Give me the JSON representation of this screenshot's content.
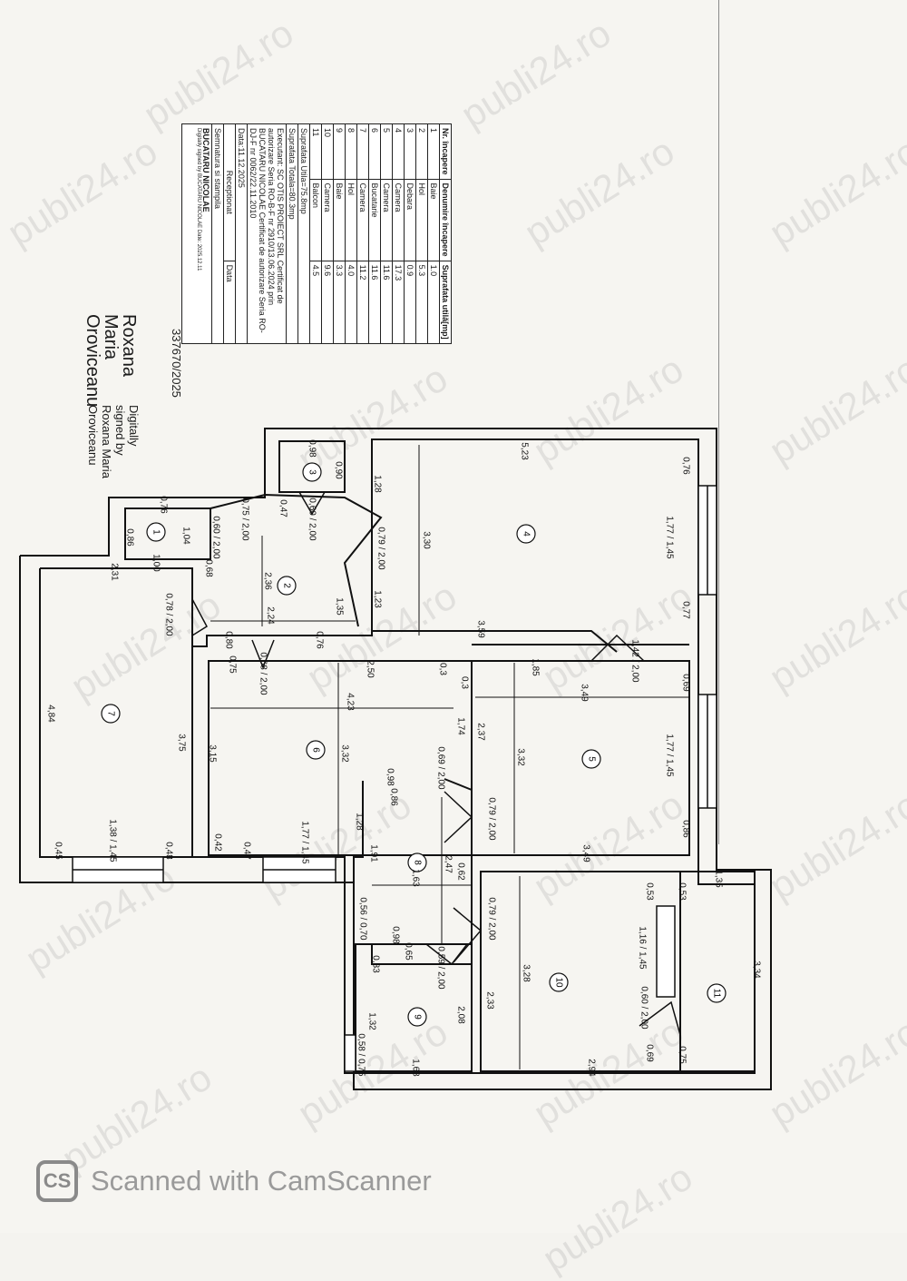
{
  "watermark_text": "publi24.ro",
  "table": {
    "header": {
      "nr": "Nr. încapere",
      "name": "Denumire încapere",
      "area": "Suprafata utilă[mp]"
    },
    "rows": [
      {
        "nr": "1",
        "name": "Baie",
        "area": "1.0"
      },
      {
        "nr": "2",
        "name": "Hol",
        "area": "5.3"
      },
      {
        "nr": "3",
        "name": "Debara",
        "area": "0.9"
      },
      {
        "nr": "4",
        "name": "Camera",
        "area": "17.3"
      },
      {
        "nr": "5",
        "name": "Camera",
        "area": "11.6"
      },
      {
        "nr": "6",
        "name": "Bucatarie",
        "area": "11.6"
      },
      {
        "nr": "7",
        "name": "Camera",
        "area": "11.2"
      },
      {
        "nr": "8",
        "name": "Hol",
        "area": "4.0"
      },
      {
        "nr": "9",
        "name": "Baie",
        "area": "3.3"
      },
      {
        "nr": "10",
        "name": "Camera",
        "area": "9.6"
      },
      {
        "nr": "11",
        "name": "Balcon",
        "area": "4.5"
      }
    ],
    "useful_area": "Suprafata Utila=75.8mp",
    "total_area": "Suprafata Totala=80.3mp",
    "executant": "SC OTIS PROIECT SRL Certificat de autorizare Seria RO-B-F nr 2910/13.06.2024 prin BUCATARU NICOLAE Certificat de autorizare Seria RO-DJ-F nr 0062/22.11.2010",
    "executant_label": "Executant:",
    "date": "Data:11.12.2025",
    "receptioned": "Receptionat",
    "signature_label": "Semnatura si stampila",
    "date_col": "Data",
    "surveyor_first": "BUCATARU",
    "surveyor_last": "NICOLAE",
    "digital_sign_note": "Digitally signed by BUCATARU NICOLAE Date: 2025.12.11"
  },
  "registration_number": "337670/2025",
  "signature": {
    "name_lines": [
      "Roxana",
      "Maria",
      "Oroviceanu"
    ],
    "digital_lines": [
      "Digitally",
      "signed by",
      "Roxana Maria",
      "Oroviceanu"
    ]
  },
  "rooms": [
    {
      "id": "1"
    },
    {
      "id": "2"
    },
    {
      "id": "3"
    },
    {
      "id": "4"
    },
    {
      "id": "5"
    },
    {
      "id": "6"
    },
    {
      "id": "7"
    },
    {
      "id": "8"
    },
    {
      "id": "9"
    },
    {
      "id": "10"
    },
    {
      "id": "11"
    }
  ],
  "dimensions": {
    "r4_width": "5,23",
    "r4_height": "3,30",
    "r4_bottom": "3,59",
    "r4_side_a": "1,28",
    "r4_side_b": "1,23",
    "r4_window_top": "0,76",
    "r4_window": "1,77 / 1,45",
    "r4_window_bot": "0,77",
    "r3_w": "0,98",
    "r3_h": "0,90",
    "r3_door": "0,60 / 2,00",
    "r3_left": "0,47",
    "r1_w": "0,76",
    "r1_h": "1,04",
    "r1_bot": "1,00",
    "r1_left": "0,86",
    "r1_door": "0,60 / 2,00",
    "r2_h": "2,36",
    "r2_w": "2,24",
    "r2_a": "1,35",
    "r2_door_top": "0,75 / 2,00",
    "r2_door_r4": "0,79 / 2,00",
    "r2_b": "0,68",
    "r2_c": "2,31",
    "r7_door": "0,78 / 2,00",
    "r2_bot_a": "0,80",
    "r2_bot_b": "0,76",
    "r6_door": "0,68 / 2,00",
    "r6_top_a": "0,75",
    "r6_top_b": "2,50",
    "r6_top_c": "0,3",
    "r6_top_d": "0,3",
    "r6_width": "4,23",
    "r6_height": "3,32",
    "r6_left": "3,15",
    "r6_right": "1,74",
    "r6_door8": "0,69 / 2,00",
    "r6_bot_a": "0,42",
    "r6_bot_b": "0,47",
    "r6_window": "1,77 / 1,45",
    "r7_height": "4,84",
    "r7_inner": "3,75",
    "r7_bot_a": "0,45",
    "r7_bot_b": "0,48",
    "r7_window": "1,38 / 1,45",
    "r5_top": "1,85",
    "r5_door": "1,42 / 2,00",
    "r5_width": "3,49",
    "r5_height": "3,32",
    "r5_left": "2,37",
    "r5_door8": "0,79 / 2,00",
    "r5_bottom": "3,49",
    "r5_window_top": "0,69",
    "r5_window": "1,77 / 1,45",
    "r5_window_bot": "0,86",
    "r8_a": "0,98",
    "r8_b": "0,86",
    "r8_c": "1,28",
    "r8_d": "1,91",
    "r8_width": "1,63",
    "r8_height": "2,47",
    "r8_e": "0,62",
    "r8_door10": "0,79 / 2,00",
    "r9_door_side": "0,56 / 0,70",
    "r9_top": "0,98",
    "r9_a": "0,65",
    "r9_b": "0,33",
    "r9_door": "0,59 / 2,00",
    "r9_left": "1,32",
    "r9_win": "0,58 / 0,75",
    "r9_bottom": "1,63",
    "r9_right": "2,08",
    "r10_left": "2,33",
    "r10_height": "3,28",
    "r10_bottom": "2,94",
    "r10_win_a": "0,53",
    "r10_win_b": "0,53",
    "r10_window": "1,16 / 1,45",
    "r10_door11": "0,60 / 2,00",
    "r10_c": "0,69",
    "r11_top": "1,35",
    "r11_h": "3,34",
    "r11_bot": "0,75"
  },
  "footer": {
    "logo": "CS",
    "text": "Scanned with CamScanner"
  }
}
